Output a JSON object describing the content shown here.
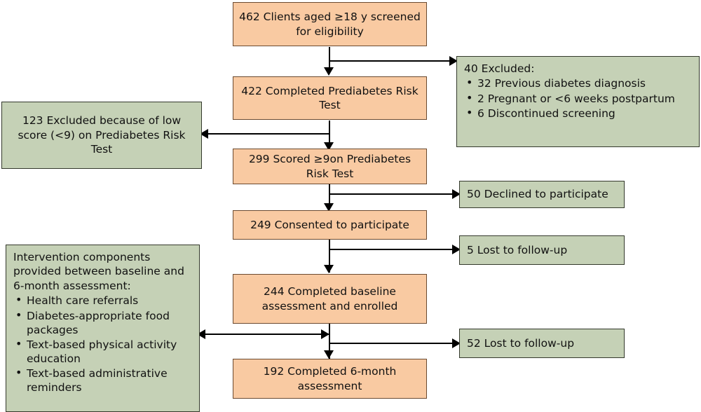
{
  "diagram": {
    "type": "participant-flow-chart",
    "colors": {
      "primary_box_fill": "#f9caa2",
      "primary_box_border": "#6b4a30",
      "secondary_box_fill": "#c5d1b6",
      "secondary_box_border": "#34392c",
      "connector": "#000000"
    },
    "flow_nodes": [
      {
        "id": "screened",
        "text": "462 Clients aged ≥18 y screened for eligibility"
      },
      {
        "id": "completed_risk_test",
        "text": "422 Completed Prediabetes Risk Test"
      },
      {
        "id": "scored_9",
        "text": "299 Scored ≥9on Prediabetes Risk Test"
      },
      {
        "id": "consented",
        "text": "249 Consented to participate"
      },
      {
        "id": "baseline",
        "text": "244 Completed baseline assessment and enrolled"
      },
      {
        "id": "six_month",
        "text": "192 Completed 6-month assessment"
      }
    ],
    "excluded_box": {
      "headline": "40 Excluded:",
      "items": [
        "32 Previous diabetes diagnosis",
        "2 Pregnant or <6 weeks postpartum",
        "6 Discontinued screening"
      ]
    },
    "low_score_box": {
      "text": "123 Excluded because of low score (<9) on Prediabetes Risk Test"
    },
    "attrition_boxes": [
      {
        "id": "declined",
        "text": "50 Declined to participate"
      },
      {
        "id": "lost_5",
        "text": "5 Lost to follow-up"
      },
      {
        "id": "lost_52",
        "text": "52 Lost to follow-up"
      }
    ],
    "intervention_box": {
      "headline": "Intervention components provided between baseline and 6-month assessment:",
      "items": [
        "Health care referrals",
        "Diabetes-appropriate food packages",
        "Text-based physical activity education",
        "Text-based administrative reminders"
      ]
    }
  }
}
